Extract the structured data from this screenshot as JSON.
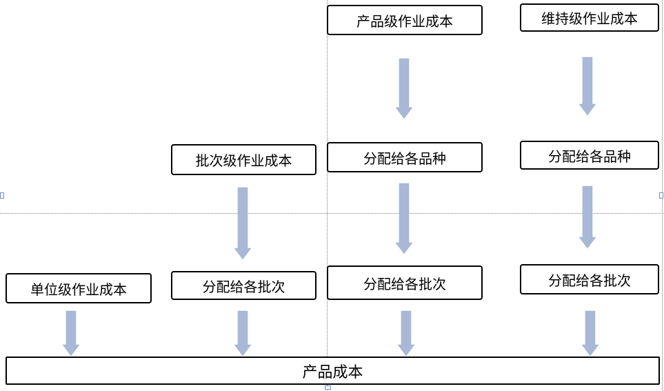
{
  "columns": [
    {
      "nodes": [
        "单位级作业成本"
      ]
    },
    {
      "nodes": [
        "批次级作业成本",
        "分配给各批次"
      ]
    },
    {
      "nodes": [
        "产品级作业成本",
        "分配给各品种",
        "分配给各批次"
      ]
    },
    {
      "nodes": [
        "维持级作业成本",
        "分配给各品种",
        "分配给各批次"
      ]
    }
  ],
  "target": "产品成本",
  "colors": {
    "arrow": "#a9b8d6",
    "box_border": "#000000",
    "guide": "#7a7a7a"
  }
}
